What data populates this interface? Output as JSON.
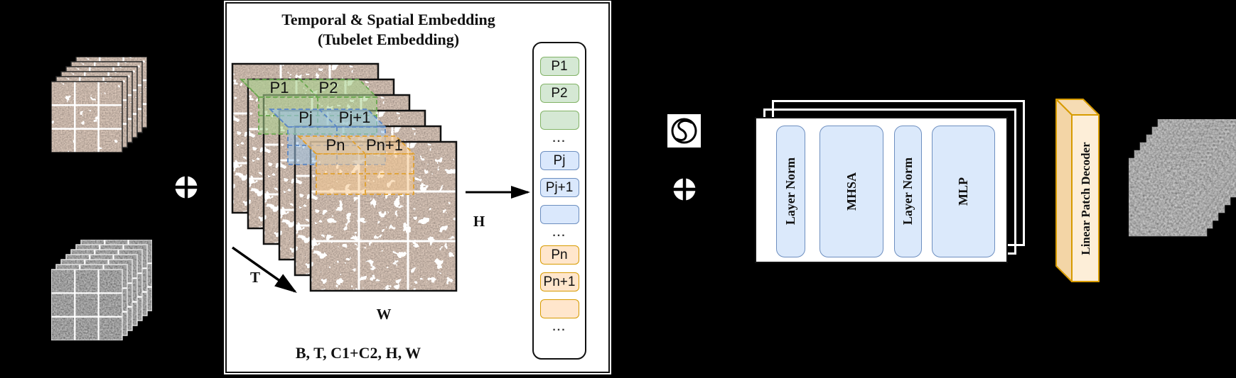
{
  "figure": {
    "embedding": {
      "title_line1": "Temporal & Spatial Embedding",
      "title_line2": "(Tubelet Embedding)",
      "shape_label": "B, T, C1+C2, H, W",
      "axes": {
        "t": "T",
        "h": "H",
        "w": "W"
      },
      "prisms": {
        "green": {
          "labels": [
            "P1",
            "P2"
          ],
          "fill": "#a9d18e",
          "stroke": "#6aa84f"
        },
        "blue": {
          "labels": [
            "Pj",
            "Pj+1"
          ],
          "fill": "#9dc3e6",
          "stroke": "#5b87c5"
        },
        "orange": {
          "labels": [
            "Pn",
            "Pn+1"
          ],
          "fill": "#f6c890",
          "stroke": "#e0a030"
        }
      }
    },
    "tokens": [
      {
        "label": "P1",
        "group": "green"
      },
      {
        "label": "P2",
        "group": "green"
      },
      {
        "label": "",
        "group": "green"
      },
      {
        "label": "...",
        "group": "ellipsis"
      },
      {
        "label": "Pj",
        "group": "blue"
      },
      {
        "label": "Pj+1",
        "group": "blue"
      },
      {
        "label": "",
        "group": "blue"
      },
      {
        "label": "...",
        "group": "ellipsis"
      },
      {
        "label": "Pn",
        "group": "orange"
      },
      {
        "label": "Pn+1",
        "group": "orange"
      },
      {
        "label": "",
        "group": "orange"
      },
      {
        "label": "...",
        "group": "ellipsis"
      }
    ],
    "icons": {
      "fusion_add": "circled-plus",
      "position_embedding": "sinusoid-in-circle",
      "posembed_add": "circled-plus"
    },
    "encoder": {
      "blocks": [
        {
          "label": "Layer Norm"
        },
        {
          "label": "MHSA"
        },
        {
          "label": "Layer Norm"
        },
        {
          "label": "MLP"
        }
      ]
    },
    "decoder": {
      "label": "Linear Patch Decoder"
    },
    "inputs": {
      "rgb_stack": "masked-optical-video-frames",
      "sar_stack": "sar-grayscale-video-frames"
    },
    "output": {
      "stack": "reconstructed-grayscale-frames"
    },
    "colors": {
      "background": "#000000",
      "panel": "#ffffff",
      "token_green_fill": "#d5e8d4",
      "token_green_stroke": "#82b366",
      "token_blue_fill": "#dae8fc",
      "token_blue_stroke": "#6c8ebf",
      "token_orange_fill": "#ffe6cc",
      "token_orange_stroke": "#d79b00",
      "encoder_box_fill": "#dbe9fb",
      "encoder_box_stroke": "#6e8fc0",
      "decoder_fill": "#fdeed8",
      "decoder_stroke": "#d79b00"
    }
  }
}
